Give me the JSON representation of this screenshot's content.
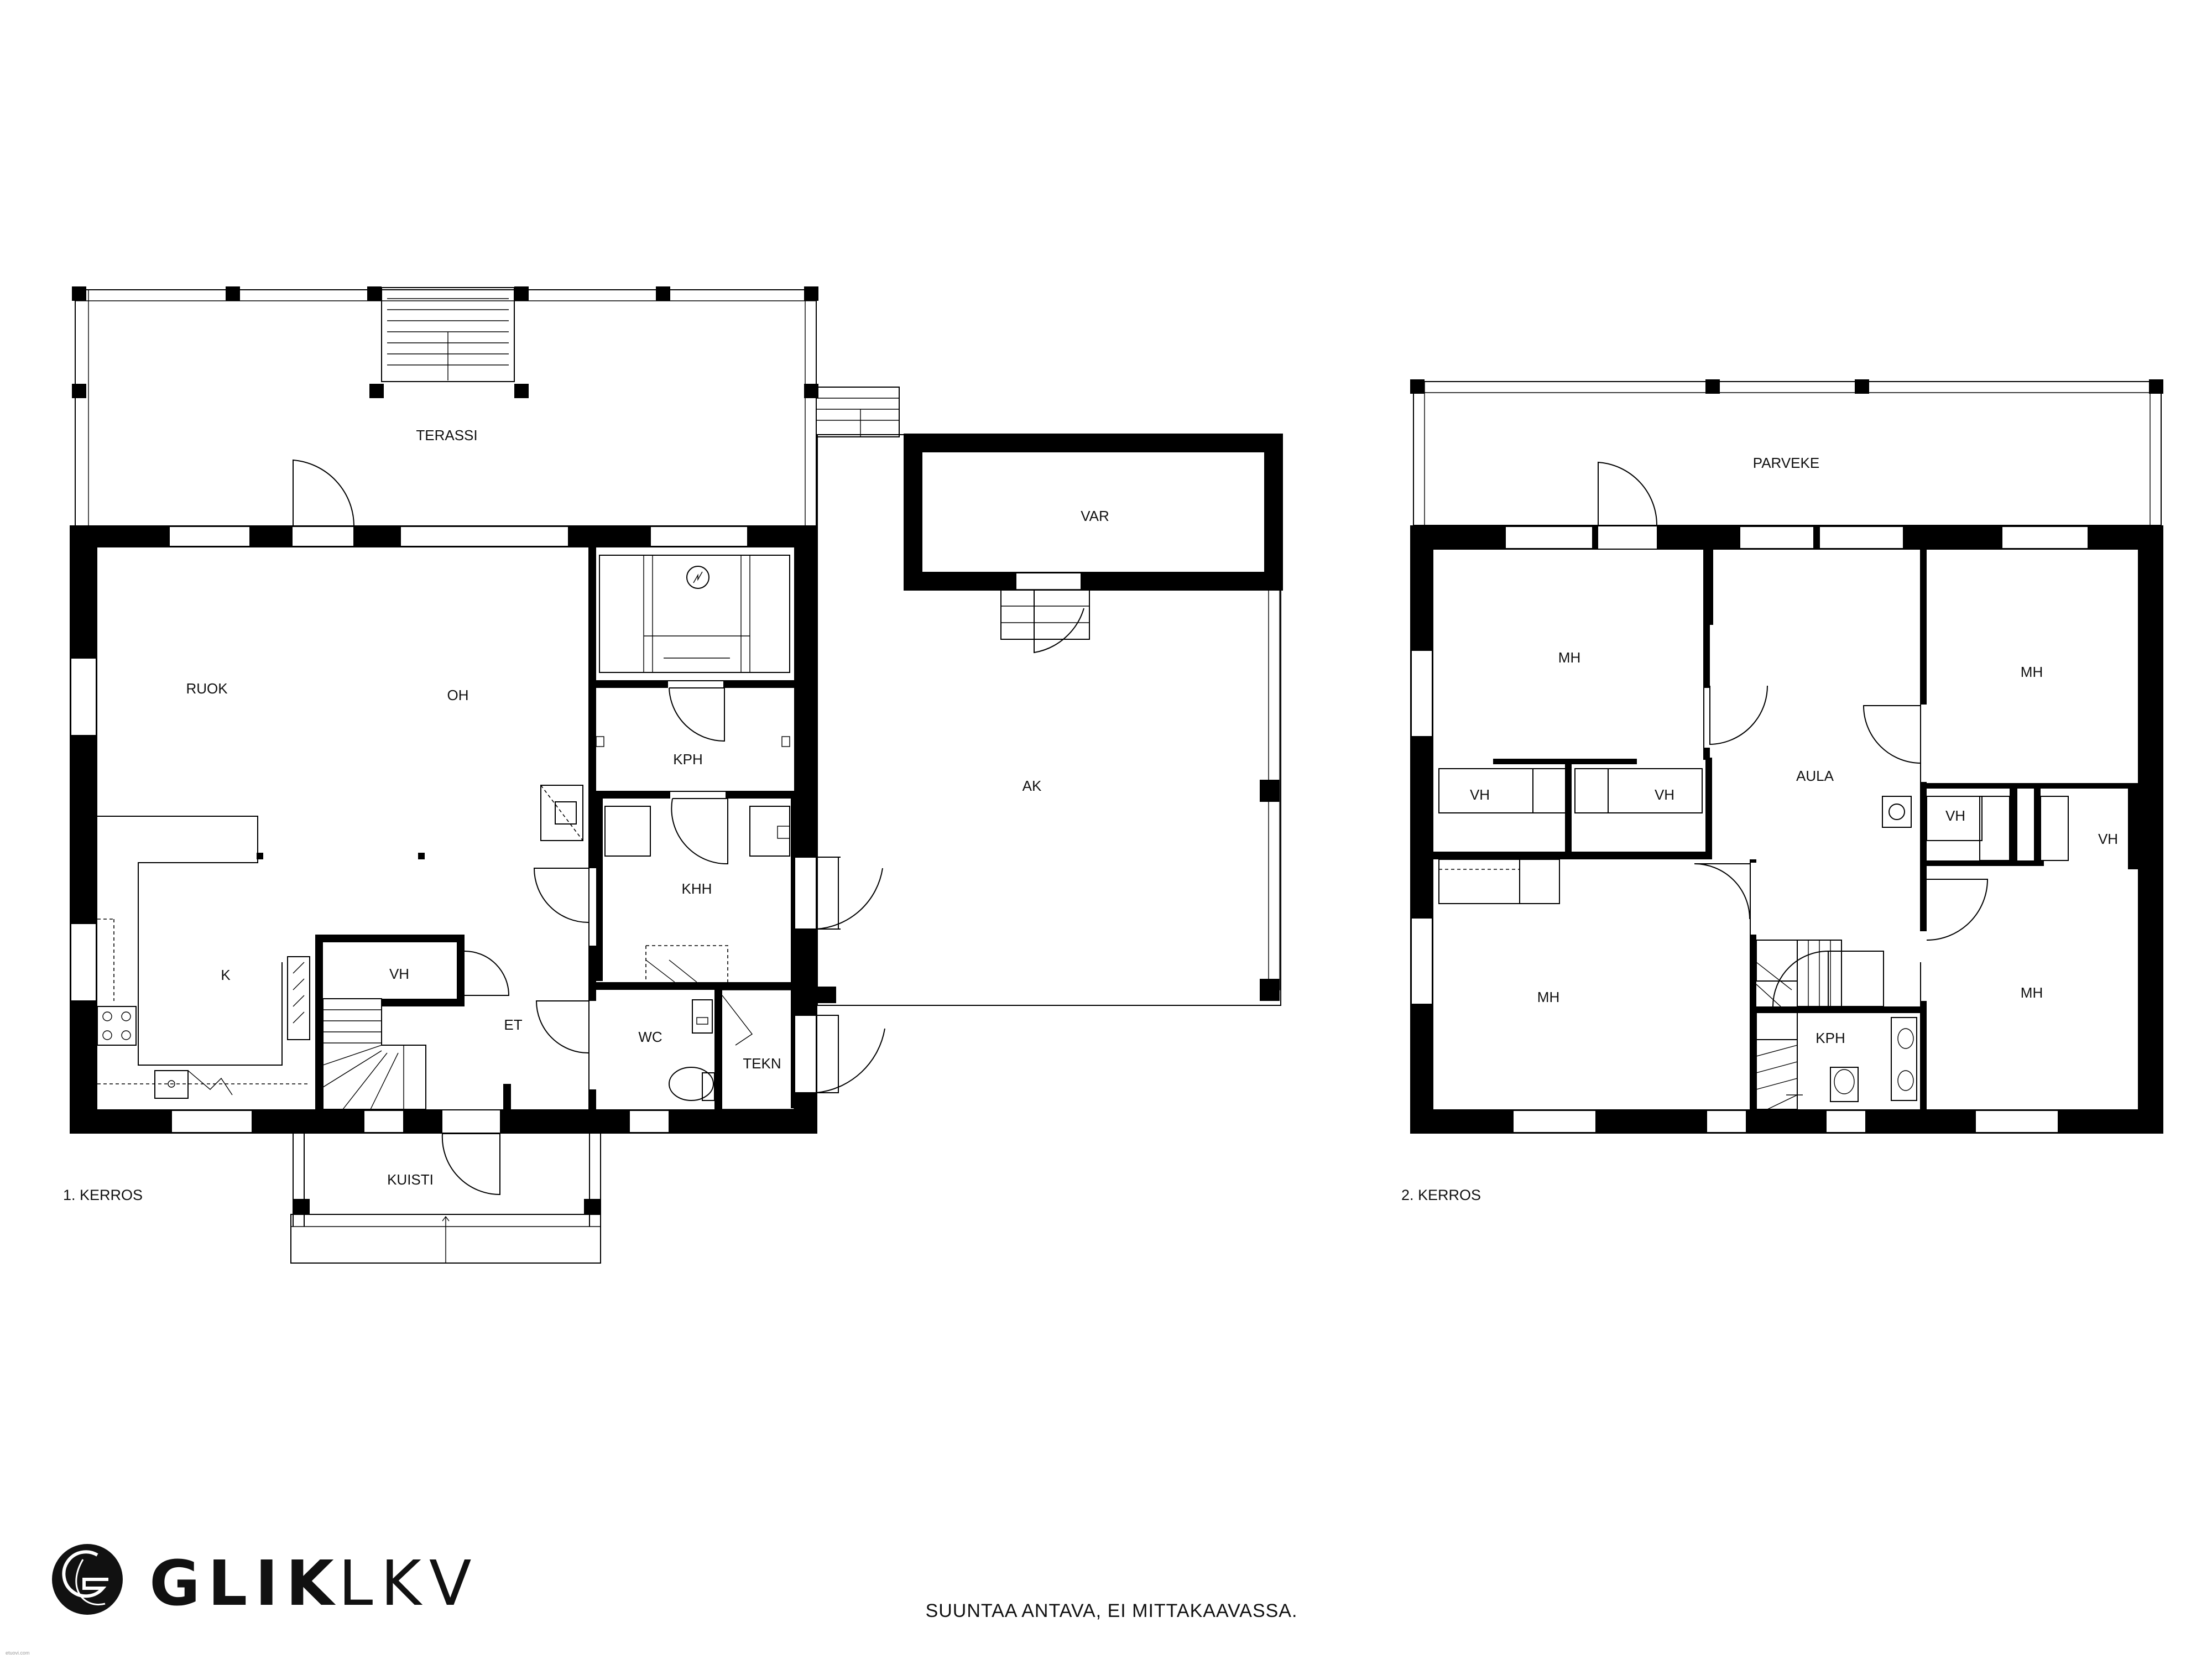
{
  "floor1": {
    "label": "1. KERROS",
    "rooms": {
      "terassi": "TERASSI",
      "ruok": "RUOK",
      "oh": "OH",
      "k": "K",
      "kph": "KPH",
      "khh": "KHH",
      "vh": "VH",
      "et": "ET",
      "wc": "WC",
      "tekn": "TEKN",
      "kuisti": "KUISTI",
      "var": "VAR",
      "ak": "AK"
    }
  },
  "floor2": {
    "label": "2. KERROS",
    "rooms": {
      "parveke": "PARVEKE",
      "mh_top_left": "MH",
      "vh_left_1": "VH",
      "vh_left_2": "VH",
      "aula": "AULA",
      "mh_top_right": "MH",
      "vh_right_1": "VH",
      "vh_right_2": "VH",
      "mh_bottom_left": "MH",
      "kph": "KPH",
      "mh_bottom_right": "MH"
    }
  },
  "footer": {
    "disclaimer": "SUUNTAA ANTAVA, EI MITTAKAAVASSA.",
    "brand_bold": "GLIK",
    "brand_light": "LKV",
    "credit": "etuovi.com"
  },
  "colors": {
    "ink": "#000000",
    "background": "#ffffff"
  }
}
